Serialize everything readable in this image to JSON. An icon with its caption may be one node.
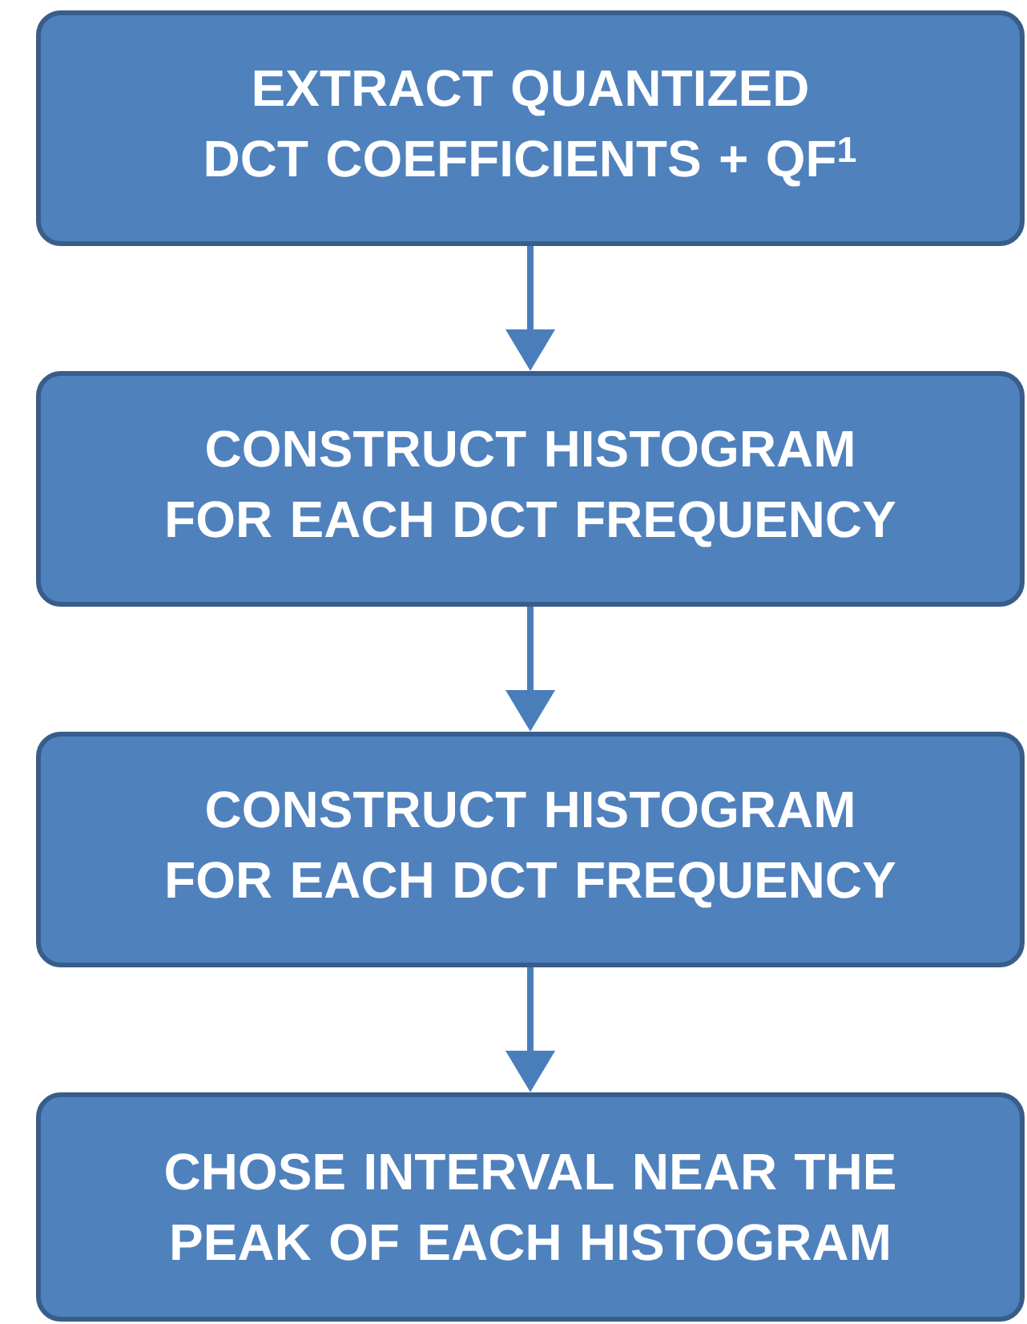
{
  "diagram": {
    "nodes": [
      {
        "text": [
          "EXTRACT QUANTIZED DCT COEFFICIENTS + QF$^{1}$"
        ]
      },
      {
        "text": [
          "CONSTRUCT HISTOGRAM FOR EACH DCT FREQUENCY"
        ]
      },
      {
        "text": [
          "CONSTRUCT HISTOGRAM FOR EACH DCT FREQUENCY"
        ]
      },
      {
        "text": [
          "CHOSE INTERVAL NEAR THE PEAK OF EACH HISTOGRAM"
        ]
      }
    ],
    "edges": [
      {
        "from": 0,
        "to": 1,
        "arrow": "to"
      },
      {
        "from": 1,
        "to": 2,
        "arrow": "to"
      },
      {
        "from": 2,
        "to": 3,
        "arrow": "to"
      }
    ]
  }
}
